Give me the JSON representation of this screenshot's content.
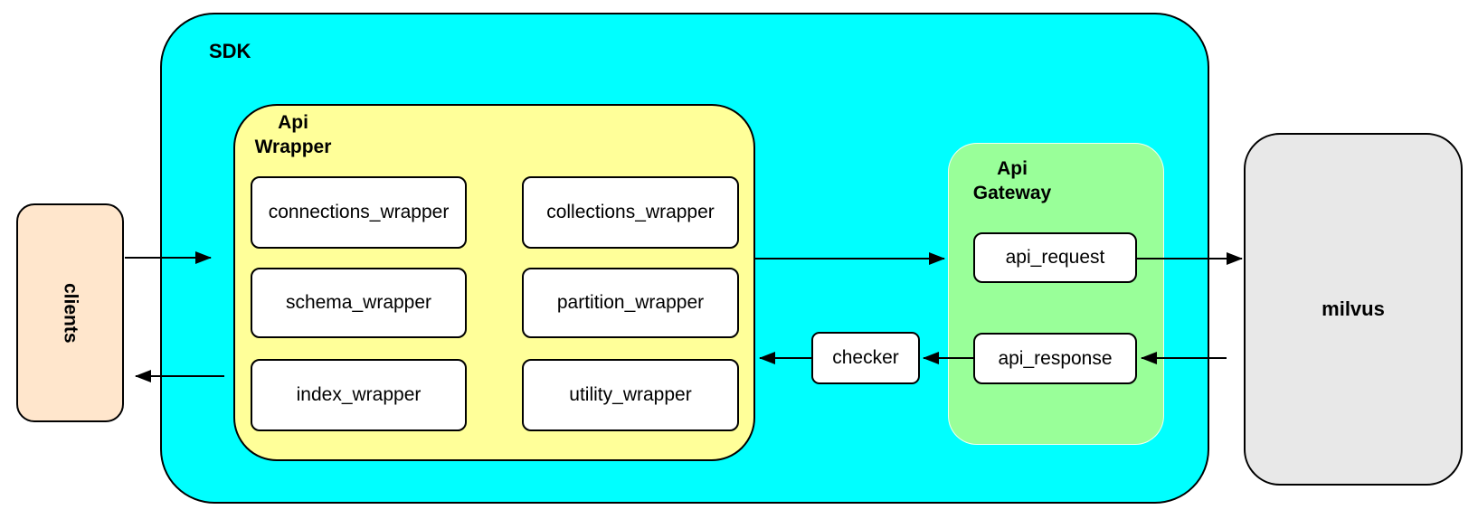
{
  "colors": {
    "sdk_fill": "#00ffff",
    "api_wrapper_fill": "#ffff99",
    "api_gateway_fill": "#99ff99",
    "clients_fill": "#ffe6cc",
    "milvus_fill": "#e8e8e8",
    "node_fill": "#ffffff",
    "border": "#000000"
  },
  "nodes": {
    "clients": {
      "label": "clients"
    },
    "sdk": {
      "label": "SDK"
    },
    "api_wrapper": {
      "line1": "Api",
      "line2": "Wrapper"
    },
    "wrappers": [
      {
        "label": "connections_wrapper"
      },
      {
        "label": "collections_wrapper"
      },
      {
        "label": "schema_wrapper"
      },
      {
        "label": "partition_wrapper"
      },
      {
        "label": "index_wrapper"
      },
      {
        "label": "utility_wrapper"
      }
    ],
    "checker": {
      "label": "checker"
    },
    "api_gateway": {
      "line1": "Api",
      "line2": "Gateway"
    },
    "api_request": {
      "label": "api_request"
    },
    "api_response": {
      "label": "api_response"
    },
    "milvus": {
      "label": "milvus"
    }
  }
}
